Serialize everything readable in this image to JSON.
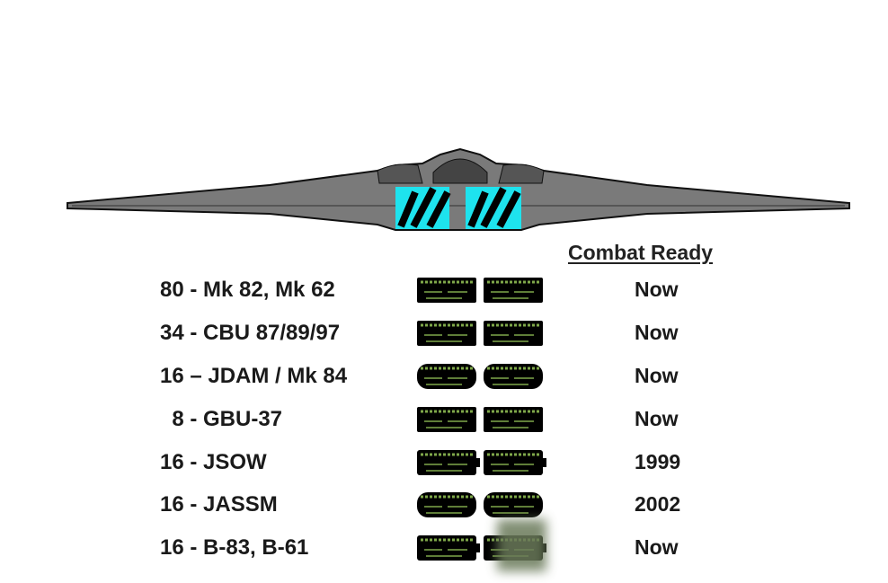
{
  "colors": {
    "bay": "#1ee3ee",
    "aircraft": "#7a7a7a",
    "munition": "#000000",
    "munition_detail": "#7fa84a"
  },
  "heading": "Combat Ready",
  "rows": [
    {
      "label": "80 - Mk 82, Mk 62",
      "status": "Now",
      "shape": "box"
    },
    {
      "label": "34 - CBU 87/89/97",
      "status": "Now",
      "shape": "box"
    },
    {
      "label": "16 – JDAM / Mk 84",
      "status": "Now",
      "shape": "round"
    },
    {
      "label": "  8 - GBU-37",
      "status": "Now",
      "shape": "box"
    },
    {
      "label": "16 - JSOW",
      "status": "1999",
      "shape": "fin"
    },
    {
      "label": "16 - JASSM",
      "status": "2002",
      "shape": "round"
    },
    {
      "label": "16 - B-83, B-61",
      "status": "Now",
      "shape": "fin"
    }
  ]
}
